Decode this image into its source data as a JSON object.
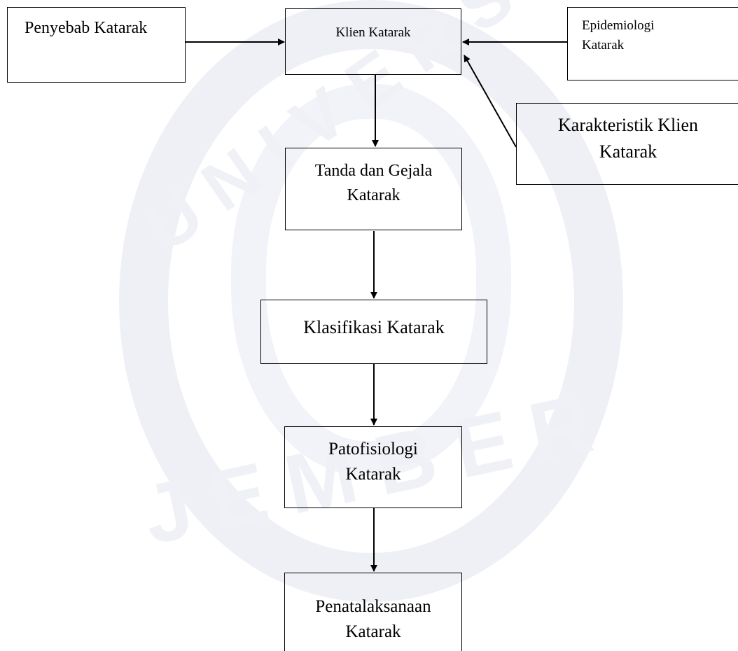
{
  "nodes": {
    "penyebab": {
      "lines": [
        "Penyebab Katarak"
      ]
    },
    "klien": {
      "lines": [
        "Klien Katarak"
      ]
    },
    "epidemiologi": {
      "lines": [
        "Epidemiologi",
        "Katarak"
      ]
    },
    "karakteristik": {
      "lines": [
        "Karakteristik Klien",
        "Katarak"
      ]
    },
    "tanda": {
      "lines": [
        "Tanda dan Gejala",
        "Katarak"
      ]
    },
    "klasifikasi": {
      "lines": [
        "Klasifikasi Katarak"
      ]
    },
    "patofisiologi": {
      "lines": [
        "Patofisiologi",
        "Katarak"
      ]
    },
    "penatalaksanaan": {
      "lines": [
        "Penatalaksanaan",
        "Katarak"
      ]
    }
  },
  "edges": [
    {
      "from": "penyebab",
      "to": "klien"
    },
    {
      "from": "epidemiologi",
      "to": "klien"
    },
    {
      "from": "karakteristik",
      "to": "klien"
    },
    {
      "from": "klien",
      "to": "tanda"
    },
    {
      "from": "tanda",
      "to": "klasifikasi"
    },
    {
      "from": "klasifikasi",
      "to": "patofisiologi"
    },
    {
      "from": "patofisiologi",
      "to": "penatalaksanaan"
    }
  ],
  "watermark": {
    "text": "JEMBER",
    "top_text": "UNIVERSITAS",
    "color": "#eef0f6"
  }
}
